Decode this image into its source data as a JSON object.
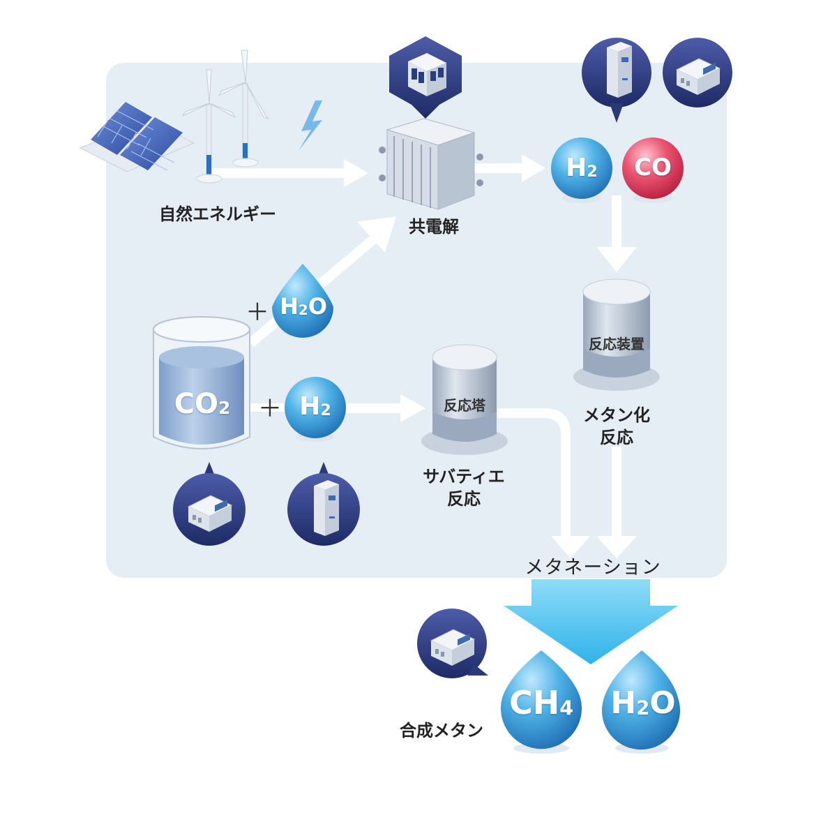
{
  "labels": {
    "natural_energy": "自然エネルギー",
    "co_electrolysis": "共電解",
    "reaction_device": "反応装置",
    "methanation_reaction_line1": "メタン化",
    "methanation_reaction_line2": "反応",
    "reaction_tower": "反応塔",
    "sabatier_line1": "サバティエ",
    "sabatier_line2": "反応",
    "methanation": "メタネーション",
    "synthetic_methane": "合成メタン",
    "plus": "＋"
  },
  "molecules": {
    "h2_top": {
      "main": "H",
      "sub": "2",
      "tail": ""
    },
    "co_top": {
      "main": "CO",
      "sub": "",
      "tail": ""
    },
    "h2o_mid": {
      "main": "H",
      "sub": "2",
      "tail": "O"
    },
    "co2_tank": {
      "main": "CO",
      "sub": "2",
      "tail": ""
    },
    "h2_mid": {
      "main": "H",
      "sub": "2",
      "tail": ""
    },
    "ch4_out": {
      "main": "CH",
      "sub": "4",
      "tail": ""
    },
    "h2o_out": {
      "main": "H",
      "sub": "2",
      "tail": "O"
    }
  },
  "colors": {
    "panel_bg": "#e6eef5",
    "arrow": "#ffffff",
    "droplet_blue": "#2a8fd0",
    "co_red": "#d9334e",
    "methanation_arrow": "#5cc6ee",
    "badge_navy": "#2b3a7a",
    "tank_blue": "#8fb0d6"
  },
  "icons": [
    "solar-panel-icon",
    "wind-turbine-icon",
    "lightning-icon",
    "electrolyzer-icon",
    "control-room-icon",
    "server-tower-icon",
    "plant-module-icon",
    "gas-tank-icon",
    "reactor-cylinder-icon"
  ]
}
